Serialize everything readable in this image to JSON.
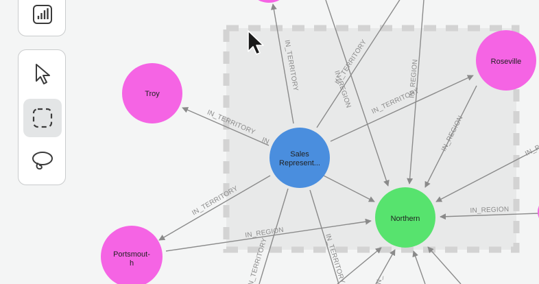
{
  "toolbar": {
    "top_tools": [
      {
        "id": "dashboard",
        "icon": "bar-chart-icon"
      }
    ],
    "tools": [
      {
        "id": "select",
        "icon": "pointer-icon",
        "active": false
      },
      {
        "id": "box-select",
        "icon": "box-select-icon",
        "active": true
      },
      {
        "id": "lasso-select",
        "icon": "lasso-icon",
        "active": false
      }
    ]
  },
  "graph": {
    "nodes": {
      "troy": {
        "label": "Troy",
        "color": "#f564e4"
      },
      "roseville": {
        "label": "Roseville",
        "color": "#f564e4"
      },
      "portsmouth": {
        "label_lines": [
          "Portsmout-",
          "h"
        ],
        "color": "#f564e4"
      },
      "sales_rep": {
        "label_lines": [
          "Sales",
          "Represent..."
        ],
        "color": "#4a8ede"
      },
      "northern": {
        "label": "Northern",
        "color": "#57e36e"
      }
    },
    "edge_labels": {
      "in_territory": "IN_TERRITORY",
      "in_region": "IN_REGION",
      "in_truncated": "IN_",
      "in_p_truncated": "IN_P",
      "in_short": "IN"
    },
    "colors": {
      "edge": "#8a8a8a",
      "selection_fill": "#e8e9e9",
      "selection_border": "#d3d3d3"
    }
  }
}
